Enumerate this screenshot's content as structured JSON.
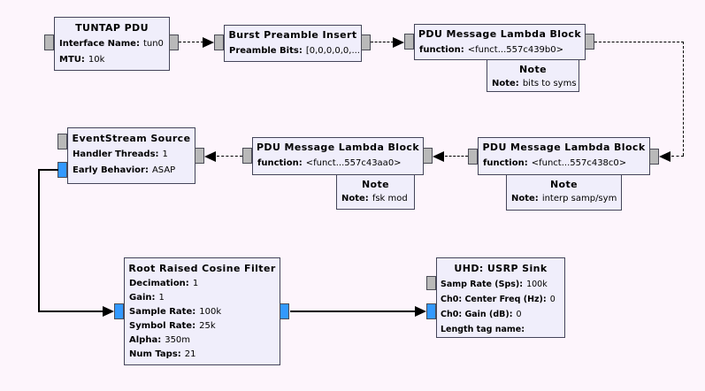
{
  "colors": {
    "canvas_bg": "#fdf5fc",
    "block_fill": "#f0eefb",
    "block_border": "#45455a",
    "stream_port": "#3399ff",
    "message_port": "#b9b9b9"
  },
  "blocks": {
    "tuntap": {
      "title": "TUNTAP PDU",
      "params": [
        {
          "label": "Interface Name:",
          "value": "tun0"
        },
        {
          "label": "MTU:",
          "value": "10k"
        }
      ]
    },
    "burst": {
      "title": "Burst Preamble Insert",
      "params": [
        {
          "label": "Preamble Bits:",
          "value": "[0,0,0,0,0,..."
        }
      ]
    },
    "pdu1": {
      "title": "PDU Message Lambda Block",
      "params": [
        {
          "label": "function:",
          "value": "<funct...557c439b0>"
        }
      ]
    },
    "note1": {
      "title": "Note",
      "params": [
        {
          "label": "Note:",
          "value": "bits to syms"
        }
      ]
    },
    "evs": {
      "title": "EventStream Source",
      "params": [
        {
          "label": "Handler Threads:",
          "value": "1"
        },
        {
          "label": "Early Behavior:",
          "value": "ASAP"
        }
      ]
    },
    "pdu2": {
      "title": "PDU Message Lambda Block",
      "params": [
        {
          "label": "function:",
          "value": "<funct...557c43aa0>"
        }
      ]
    },
    "note2": {
      "title": "Note",
      "params": [
        {
          "label": "Note:",
          "value": "fsk mod"
        }
      ]
    },
    "pdu3": {
      "title": "PDU Message Lambda Block",
      "params": [
        {
          "label": "function:",
          "value": "<funct...557c438c0>"
        }
      ]
    },
    "note3": {
      "title": "Note",
      "params": [
        {
          "label": "Note:",
          "value": "interp samp/sym"
        }
      ]
    },
    "rrc": {
      "title": "Root Raised Cosine Filter",
      "params": [
        {
          "label": "Decimation:",
          "value": "1"
        },
        {
          "label": "Gain:",
          "value": "1"
        },
        {
          "label": "Sample Rate:",
          "value": "100k"
        },
        {
          "label": "Symbol Rate:",
          "value": "25k"
        },
        {
          "label": "Alpha:",
          "value": "350m"
        },
        {
          "label": "Num Taps:",
          "value": "21"
        }
      ]
    },
    "usrp": {
      "title": "UHD: USRP Sink",
      "params": [
        {
          "label": "Samp Rate (Sps):",
          "value": "100k"
        },
        {
          "label": "Ch0: Center Freq (Hz):",
          "value": "0"
        },
        {
          "label": "Ch0: Gain (dB):",
          "value": "0"
        },
        {
          "label": "Length tag name:",
          "value": ""
        }
      ]
    }
  }
}
